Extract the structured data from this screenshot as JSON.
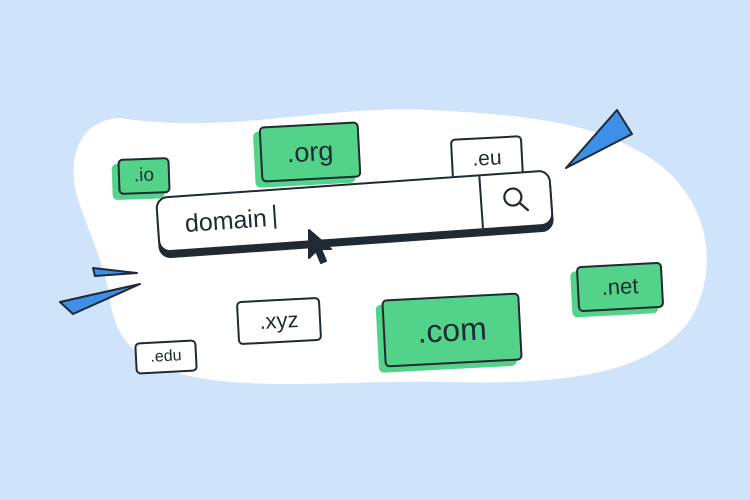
{
  "search": {
    "query": "domain"
  },
  "tags": {
    "io": ".io",
    "org": ".org",
    "eu": ".eu",
    "net": ".net",
    "com": ".com",
    "xyz": ".xyz",
    "edu": ".edu"
  },
  "colors": {
    "background": "#cfe3fa",
    "blob": "#ffffff",
    "accent_green": "#52d389",
    "accent_blue": "#3d8fe8",
    "outline": "#1f2a33"
  },
  "icons": [
    "search-icon",
    "mouse-pointer-icon",
    "triangle-spike-icon"
  ]
}
